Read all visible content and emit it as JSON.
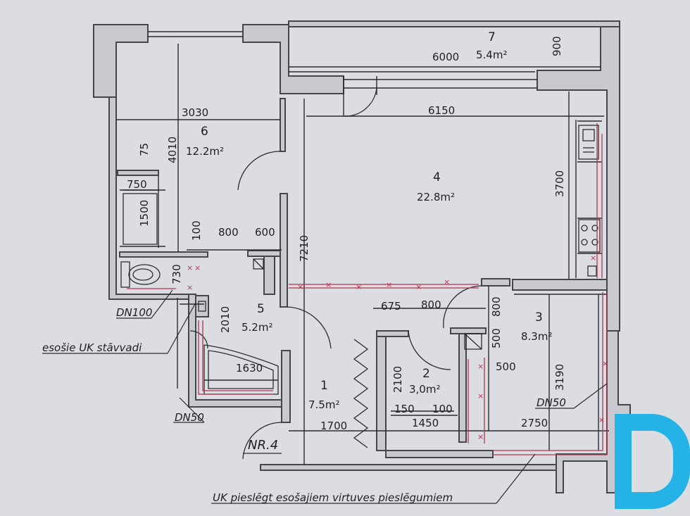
{
  "colors": {
    "paper": "#dcdde3",
    "wall": "#44464d",
    "wall_fill": "#c9cad0",
    "line": "#2a2c33",
    "pipe": "#b0374f",
    "logo": "#25b2e6"
  },
  "rooms": [
    {
      "number": "7",
      "area": "5.4m²"
    },
    {
      "number": "6",
      "area": "12.2m²"
    },
    {
      "number": "4",
      "area": "22.8m²"
    },
    {
      "number": "5",
      "area": "5.2m²"
    },
    {
      "number": "3",
      "area": "8.3m²"
    },
    {
      "number": "2",
      "area": "3,0m²"
    },
    {
      "number": "1",
      "area": "7.5m²"
    }
  ],
  "dimensions": {
    "d6000": "6000",
    "d900": "900",
    "d3030": "3030",
    "d6150": "6150",
    "d4010": "4010",
    "d75": "75",
    "d750": "750",
    "d1500": "1500",
    "d100a": "100",
    "d800a": "800",
    "d600": "600",
    "d7210": "7210",
    "d3700": "3700",
    "d730": "730",
    "d2010": "2010",
    "d1630": "1630",
    "d675": "675",
    "d800b": "800",
    "d800c": "800",
    "d500a": "500",
    "d500b": "500",
    "d2100": "2100",
    "d150": "150",
    "d100b": "100",
    "d1700": "1700",
    "d1450": "1450",
    "d2750": "2750",
    "d3190": "3190"
  },
  "annotations": {
    "dn100": "DN100",
    "uk_risers": "esošie UK stāvvadi",
    "dn50_left": "DN50",
    "dn50_right": "DN50",
    "apartment": "NR.4",
    "uk_connect": "UK pieslēgt esošajiem virtuves pieslēgumiem"
  },
  "logo": {
    "icon": "d-logo-icon"
  }
}
